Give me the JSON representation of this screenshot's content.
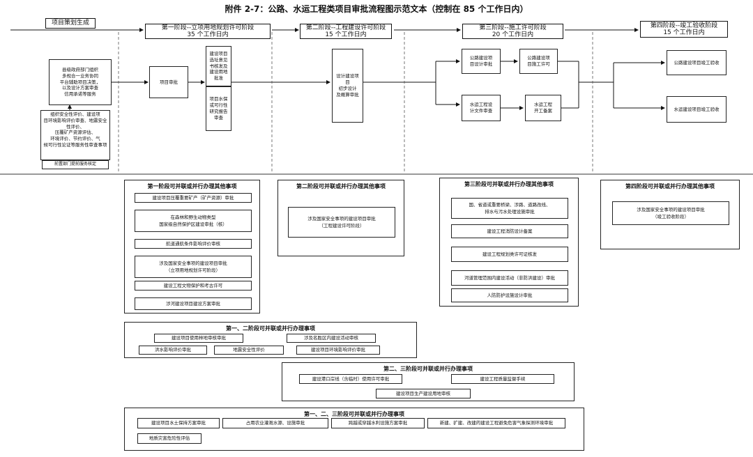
{
  "title": "附件 2-7：公路、水运工程类项目审批流程图示范文本（控制在 85 个工作日内）",
  "start_label": "项目策划生成",
  "stages": [
    {
      "label": "第一阶段--立项用地规划许可阶段\n35 个工作日内"
    },
    {
      "label": "第二阶段--工程建设许可阶段\n15 个工作日内"
    },
    {
      "label": "第三阶段--施工许可阶段\n20 个工作日内"
    },
    {
      "label": "第四阶段--竣工验收阶段\n15 个工作日内"
    }
  ],
  "pre": {
    "planning": "县级政府部门组织\n多规合一业务协同\n平台辅助项目决策，\n以及设计方案审查\n信用承诺等服务",
    "evaluation": "组织安全性评价、建设项\n目环境影响评价审查、地震安全性评价、\n压覆矿产资源评估、\n环境评价、节约评价、气\n候可行性论证等服务性审查事项",
    "evaluation_sub": "前置部门提前服务核定"
  },
  "stage1": {
    "approval": "项目审批",
    "land_group": "建设项目\n选址意见\n书核发及\n建设用地\n批准",
    "other_group": "项目水保\n或可行性\n研究报告\n审查"
  },
  "stage2": {
    "main": "设计建设项目\n初步设计\n及概算审批"
  },
  "stage3": {
    "road_design": "公路建设项\n目设计审批",
    "road_permit": "公路建设项\n目施工许可",
    "water_design": "水运工程设\n计文件审查",
    "water_permit": "水运工程\n开工备案"
  },
  "stage4": {
    "road_accept": "公路建设项目竣工验收",
    "water_accept": "水运建设项目竣工验收"
  },
  "panels": {
    "p1": {
      "title": "第一阶段可并联或并行办理其他事项",
      "items": [
        "建设项目压覆重要矿产（矿产资源）审批",
        "在森林和野生动物类型\n国家级自然保护区建设审批（核）",
        "航道通航条件影响评价审核",
        "涉及国家安全事项的建设项目审批\n（立项用地规划许可阶段）",
        "建设工程文物保护和考古许可",
        "涉河建设项目建设方案审批"
      ]
    },
    "p2": {
      "title": "第二阶段可并联或并行办理其他事项",
      "items": [
        "涉及国家安全事项的建设项目审批\n（工程建设许可阶段）"
      ]
    },
    "p3": {
      "title": "第三阶段可并联或并行办理其他事项",
      "items": [
        "国、省道或重要桥梁、涉路、道路改线、\n排水与污水处理设施审批",
        "建设工程消防设计备案",
        "建设工程规划类许可证核发",
        "河道管理范围内建设活动（非防洪建设）审批",
        "人防防护设施设计审批"
      ]
    },
    "p4": {
      "title": "第四阶段可并联或并行办理其他事项",
      "items": [
        "涉及国家安全事项的建设项目审批\n（竣工验收阶段）"
      ]
    },
    "p12": {
      "title": "第一、二阶段可并联或并行办理事项",
      "items": [
        "建设项目使用林地审核审批",
        "涉及名胜区内建设活动审核",
        "洪水影响评价审批",
        "地震安全性评价",
        "建设项目环境影响评价审批"
      ]
    },
    "p23": {
      "title": "第二、三阶段可并联或并行办理事项",
      "items": [
        "建设港口岸线（含临时）使用许可审批",
        "建设工程质量监督手续",
        "建设项目生产建设用地审核"
      ]
    },
    "p123": {
      "title": "第一、二、三阶段可并联或并行办理事项",
      "items": [
        "建设项目水土保持方案审批",
        "占用农业灌溉水源、设施审批",
        "跨越或穿越水利设施方案审批",
        "新建、扩建、改建的建设工程避免危害气象探测环境审批",
        "地质灾害危险性评估"
      ]
    }
  }
}
